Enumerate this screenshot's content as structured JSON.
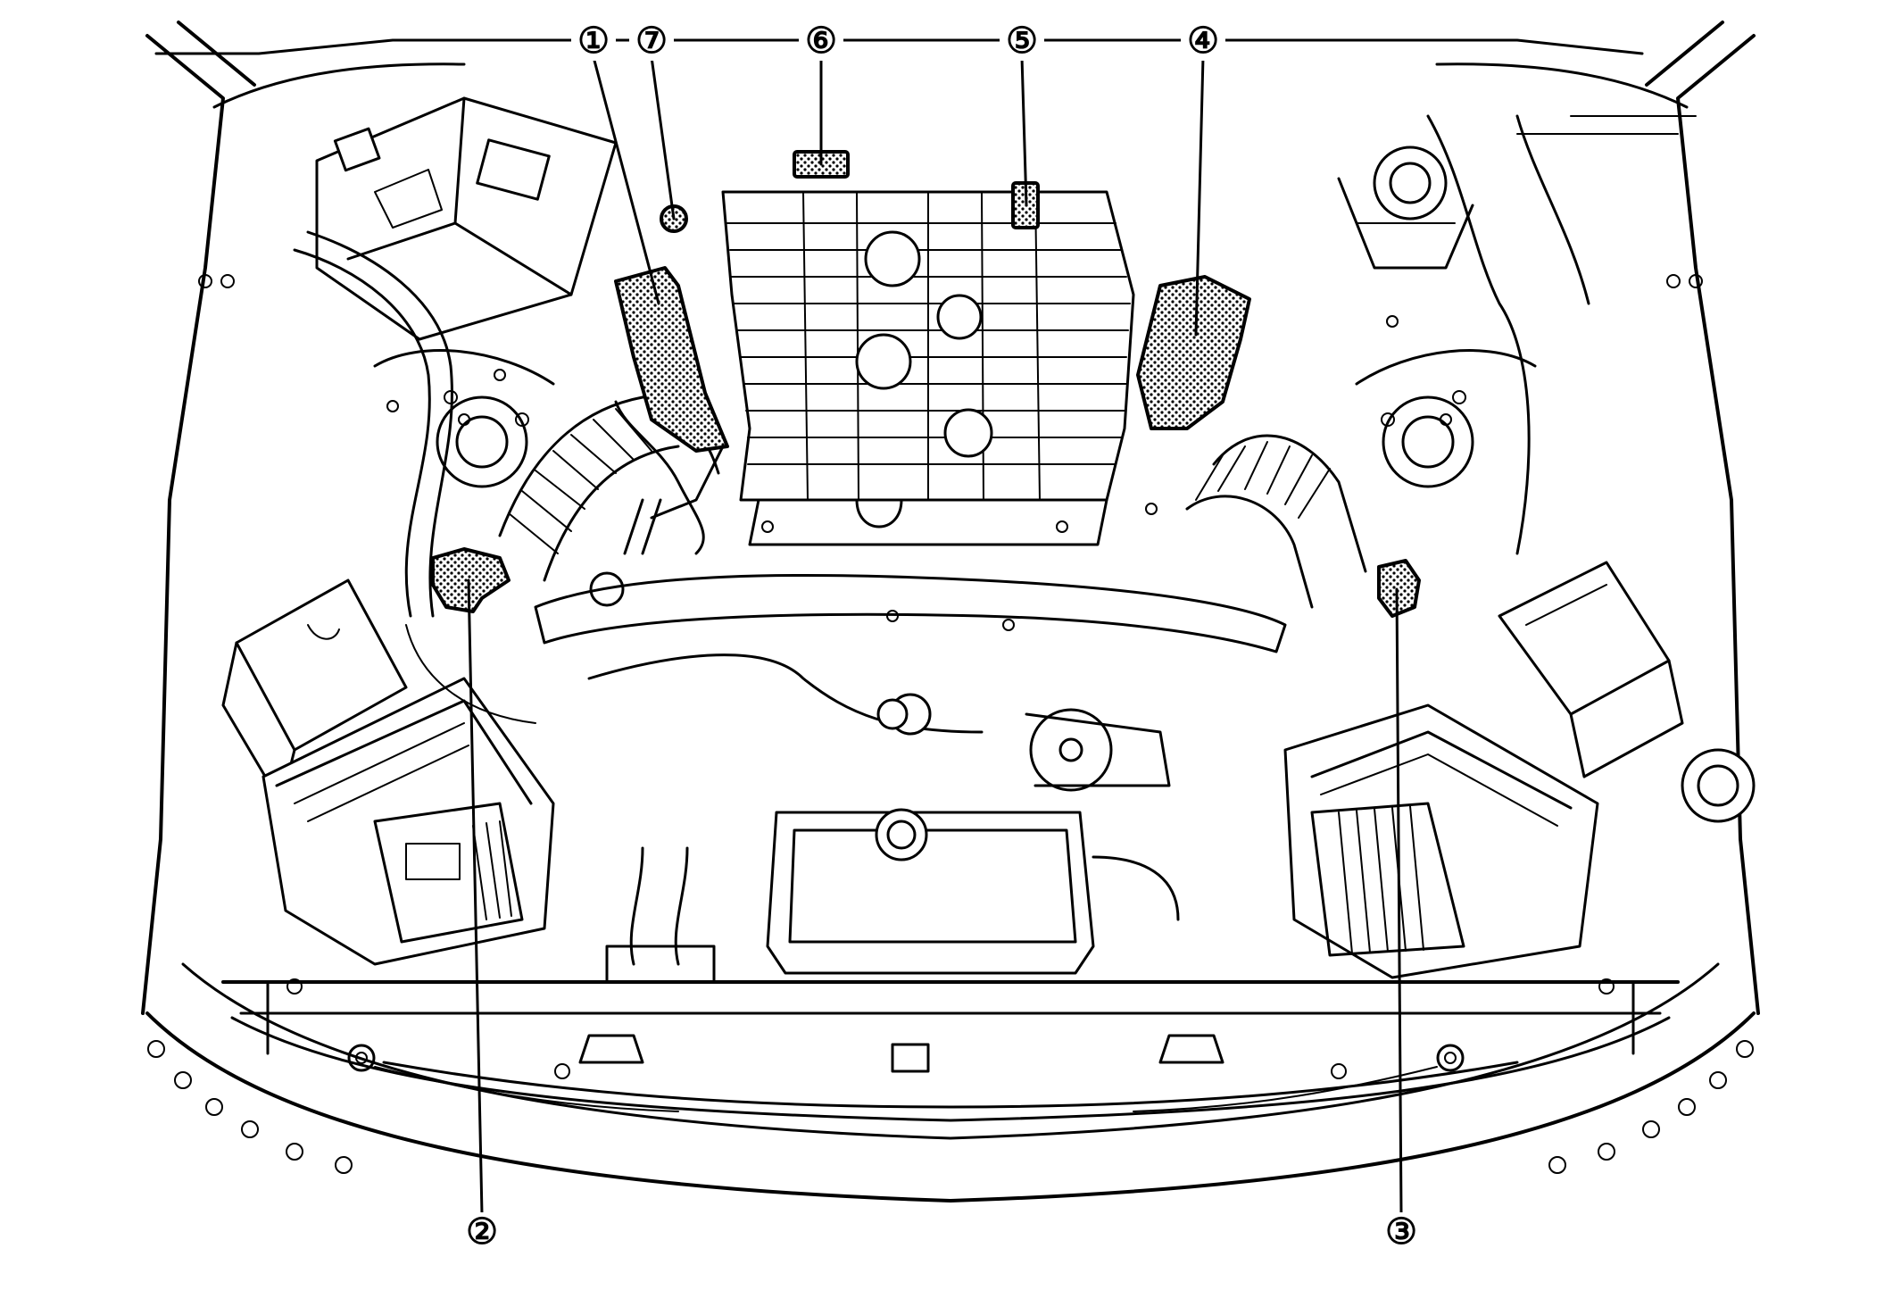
{
  "figure": {
    "callouts": [
      {
        "id": "c1",
        "label": "①"
      },
      {
        "id": "c7",
        "label": "⑦"
      },
      {
        "id": "c6",
        "label": "⑥"
      },
      {
        "id": "c5",
        "label": "⑤"
      },
      {
        "id": "c4",
        "label": "④"
      },
      {
        "id": "c2",
        "label": "②"
      },
      {
        "id": "c3",
        "label": "③"
      }
    ],
    "colors": {
      "line": "#000000",
      "background": "#ffffff",
      "highlight": "#000000"
    }
  }
}
